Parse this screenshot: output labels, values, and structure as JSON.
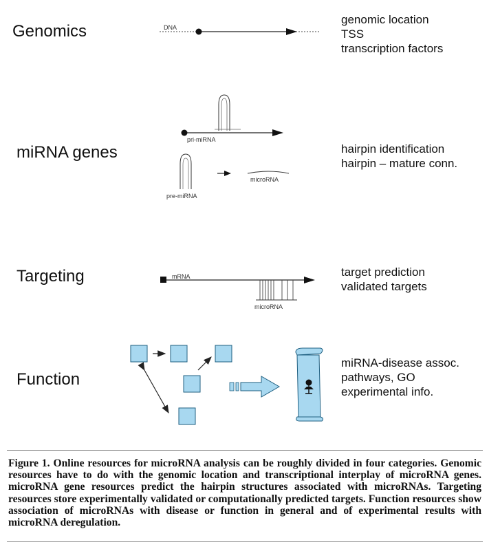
{
  "sections": {
    "genomics": {
      "title": "Genomics",
      "dna_label": "DNA",
      "items": [
        "genomic location",
        "TSS",
        "transcription factors"
      ]
    },
    "mirna_genes": {
      "title": "miRNA genes",
      "pri_label": "pri-miRNA",
      "pre_label": "pre-miRNA",
      "mature_label": "microRNA",
      "items": [
        "hairpin identification",
        "hairpin – mature conn."
      ]
    },
    "targeting": {
      "title": "Targeting",
      "mrna_label": "mRNA",
      "microrna_label": "microRNA",
      "items": [
        "target prediction",
        "validated targets"
      ]
    },
    "function": {
      "title": "Function",
      "items": [
        "miRNA-disease assoc.",
        "pathways, GO",
        "experimental info."
      ]
    }
  },
  "caption": {
    "label": "Figure 1.",
    "text": "Online resources for microRNA analysis can be roughly divided in four categories. Genomic resources have to do with the genomic location and transcriptional interplay of microRNA genes. microRNA gene resources predict the hairpin structures associated with microRNAs. Targeting resources store experimentally validated or computationally predicted targets. Function resources show association of microRNAs with disease or function in general and of experimental results with microRNA deregulation."
  },
  "colors": {
    "box_fill": "#a8d8f0",
    "box_stroke": "#1f5f80",
    "line": "#222222"
  }
}
